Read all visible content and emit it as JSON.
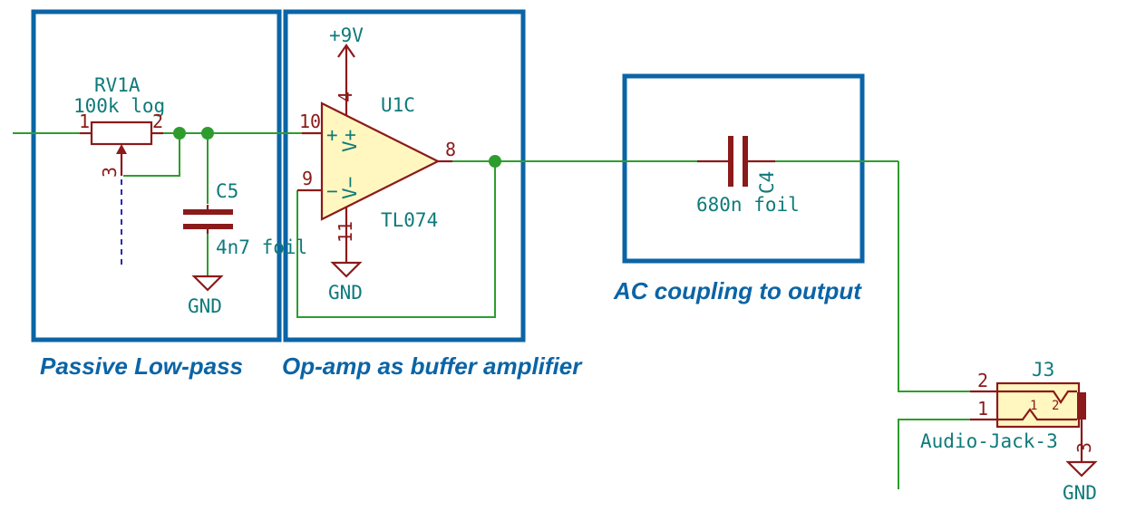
{
  "blocks": {
    "lowpass_label": "Passive Low-pass",
    "buffer_label": "Op-amp as buffer amplifier",
    "coupling_label": "AC coupling to output"
  },
  "rv1": {
    "ref": "RV1A",
    "value": "100k log",
    "pin1": "1",
    "pin2": "2",
    "pin3": "3"
  },
  "c5": {
    "ref": "C5",
    "value": "4n7 foil",
    "gnd": "GND"
  },
  "u1": {
    "supply": "+9V",
    "ref": "U1C",
    "value": "TL074",
    "pin_vplus_supply": "4",
    "pin_vminus_supply": "11",
    "pin_in_plus": "10",
    "pin_in_minus": "9",
    "pin_out": "8",
    "vplus_text": "V+",
    "vminus_text": "V−",
    "plus_sign": "+",
    "minus_sign": "−",
    "gnd": "GND"
  },
  "c4": {
    "ref": "C4",
    "value": "680n foil"
  },
  "j3": {
    "ref": "J3",
    "value": "Audio-Jack-3",
    "pin1": "1",
    "pin2": "2",
    "pin3": "3",
    "inner1": "1",
    "inner2": "2",
    "gnd": "GND"
  },
  "colors": {
    "wire": "#2e9d2e",
    "symbol": "#8b1a1a",
    "box": "#0b64a6",
    "ref_text": "#0f7a7a",
    "opamp_fill": "#fff7bf"
  }
}
